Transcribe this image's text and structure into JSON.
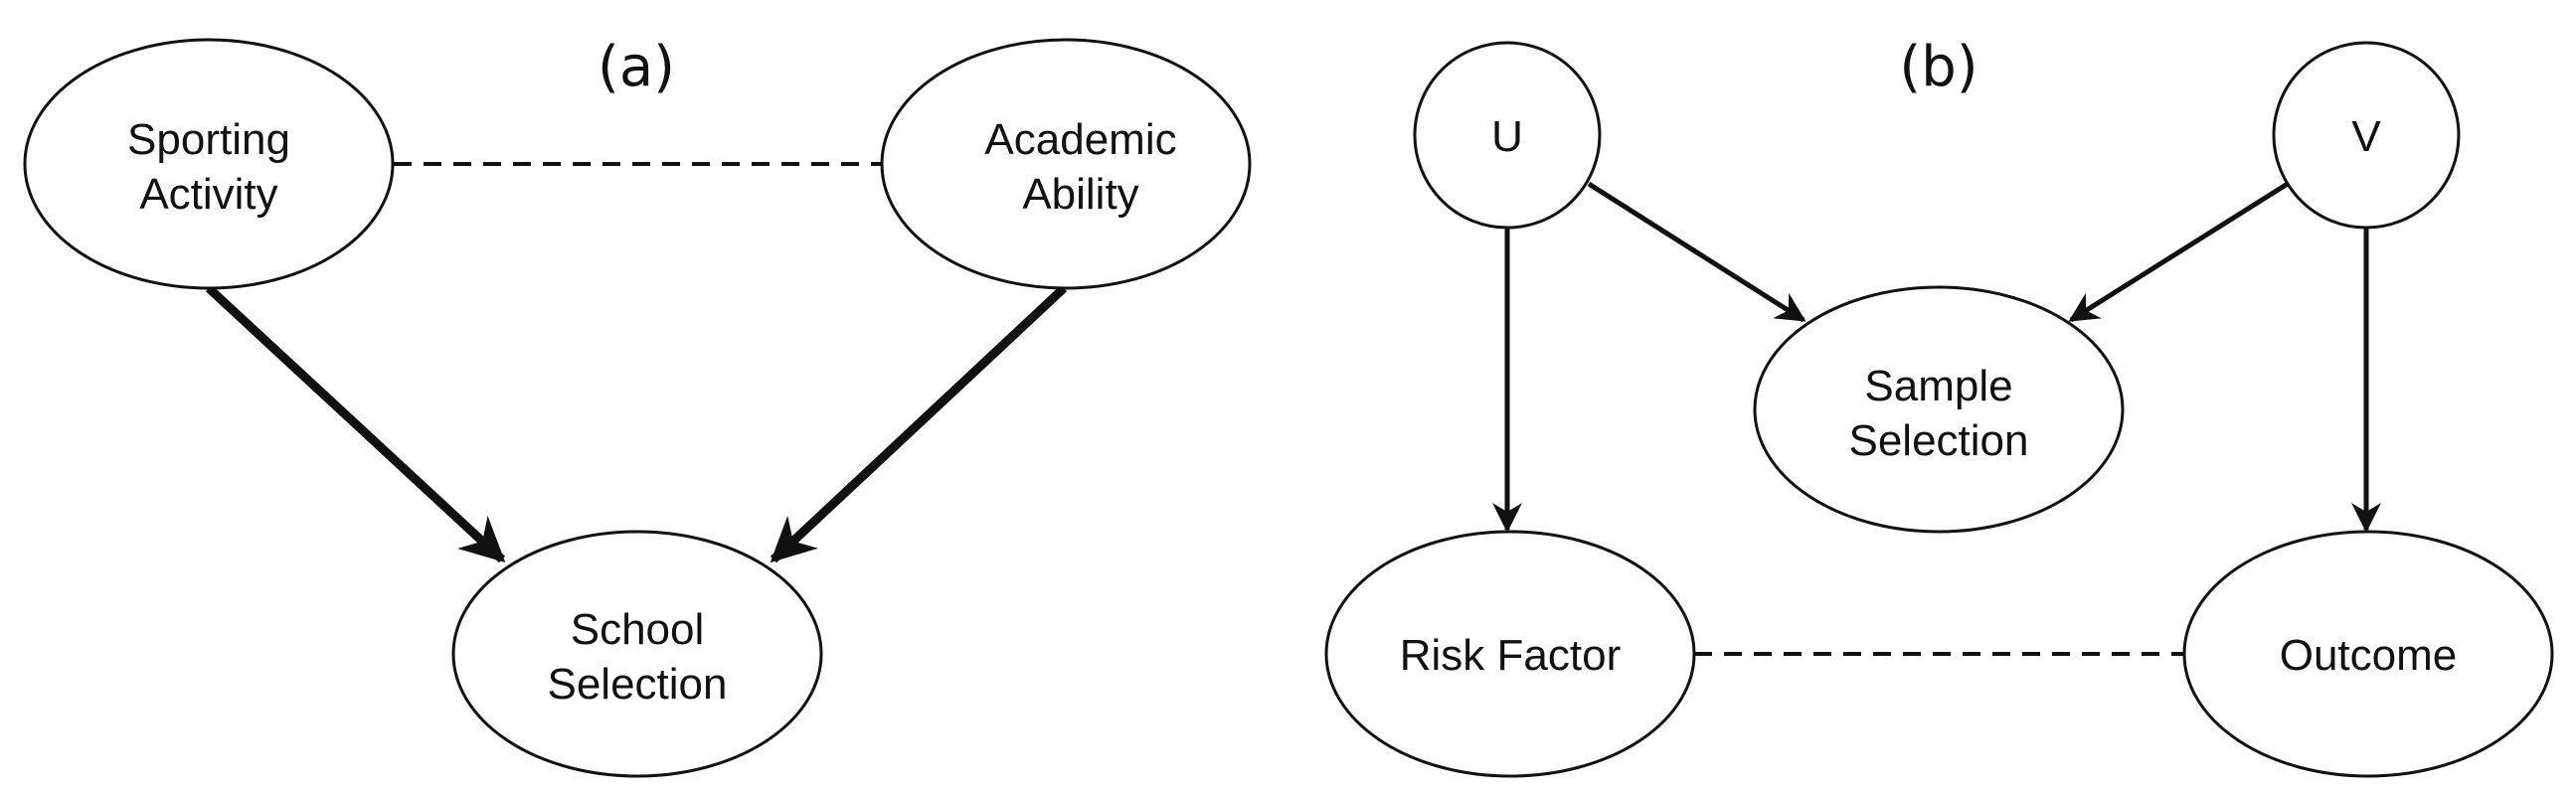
{
  "panel_a": {
    "label": "(a)",
    "nodes": {
      "sporting_activity": {
        "line1": "Sporting",
        "line2": "Activity"
      },
      "academic_ability": {
        "line1": "Academic",
        "line2": "Ability"
      },
      "school_selection": {
        "line1": "School",
        "line2": "Selection"
      }
    }
  },
  "panel_b": {
    "label": "(b)",
    "nodes": {
      "u": {
        "label": "U"
      },
      "v": {
        "label": "V"
      },
      "sample_selection": {
        "line1": "Sample",
        "line2": "Selection"
      },
      "risk_factor": {
        "label": "Risk Factor"
      },
      "outcome": {
        "label": "Outcome"
      }
    }
  }
}
